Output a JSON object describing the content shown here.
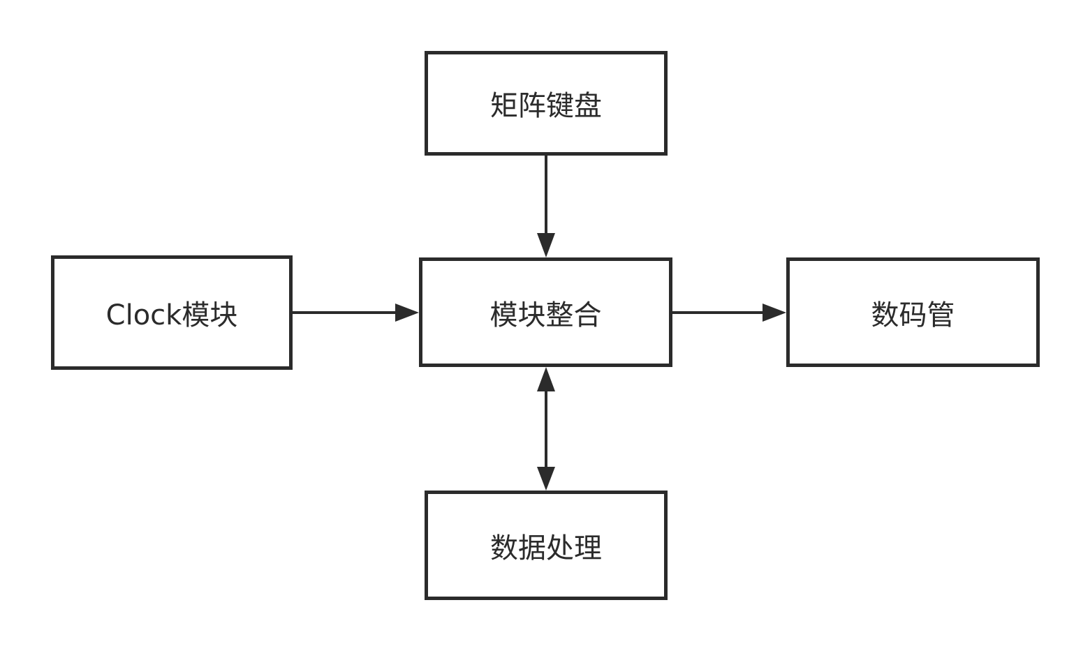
{
  "colors": {
    "stroke": "#2b2b2b",
    "background": "#ffffff"
  },
  "nodes": {
    "keyboard": {
      "label": "矩阵键盘"
    },
    "clock": {
      "label": "Clock模块"
    },
    "integrate": {
      "label": "模块整合"
    },
    "display": {
      "label": "数码管"
    },
    "process": {
      "label": "数据处理"
    }
  },
  "edges": [
    {
      "from": "keyboard",
      "to": "integrate",
      "direction": "forward"
    },
    {
      "from": "clock",
      "to": "integrate",
      "direction": "forward"
    },
    {
      "from": "integrate",
      "to": "display",
      "direction": "forward"
    },
    {
      "from": "integrate",
      "to": "process",
      "direction": "both"
    }
  ]
}
